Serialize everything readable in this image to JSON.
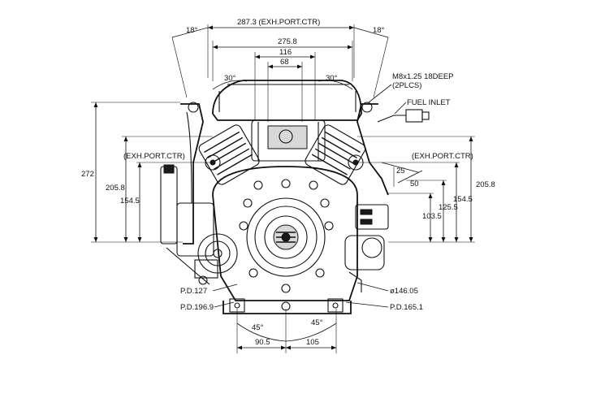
{
  "dimensions": {
    "top_angle_left": "18°",
    "top_angle_right": "18°",
    "exh_port_span": "287.3  (EXH.PORT.CTR)",
    "width_275": "275.8",
    "width_116": "116",
    "width_68": "68",
    "cyl_angle_left": "30°",
    "cyl_angle_right": "30°",
    "mount_thread": "M8x1.25 18DEEP",
    "mount_count": "(2PLCS)",
    "fuel_inlet": "FUEL INLET",
    "exh_left_label": "(EXH.PORT.CTR)",
    "exh_right_label": "(EXH.PORT.CTR)",
    "height_272": "272",
    "left_205": "205.8",
    "left_154": "154.5",
    "right_25": "25",
    "right_50": "50",
    "right_103": "103.5",
    "right_125": "125.5",
    "right_154": "154.5",
    "right_205": "205.8",
    "pd_127": "P.D.127",
    "pd_196": "P.D.196.9",
    "dia_146": "ø146.05",
    "pd_165": "P.D.165.1",
    "bottom_angle_left": "45°",
    "bottom_angle_right": "45°",
    "bottom_90": "90.5",
    "bottom_105": "105"
  }
}
